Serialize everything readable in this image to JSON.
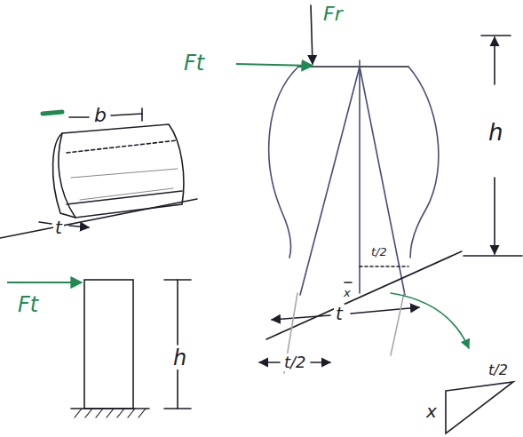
{
  "diagram": {
    "labels": [
      "Fr",
      "Ft",
      "h",
      "b",
      "t",
      "Ft",
      "h",
      "t/2",
      "x",
      "t",
      "t/2",
      "x",
      "t/2"
    ]
  }
}
